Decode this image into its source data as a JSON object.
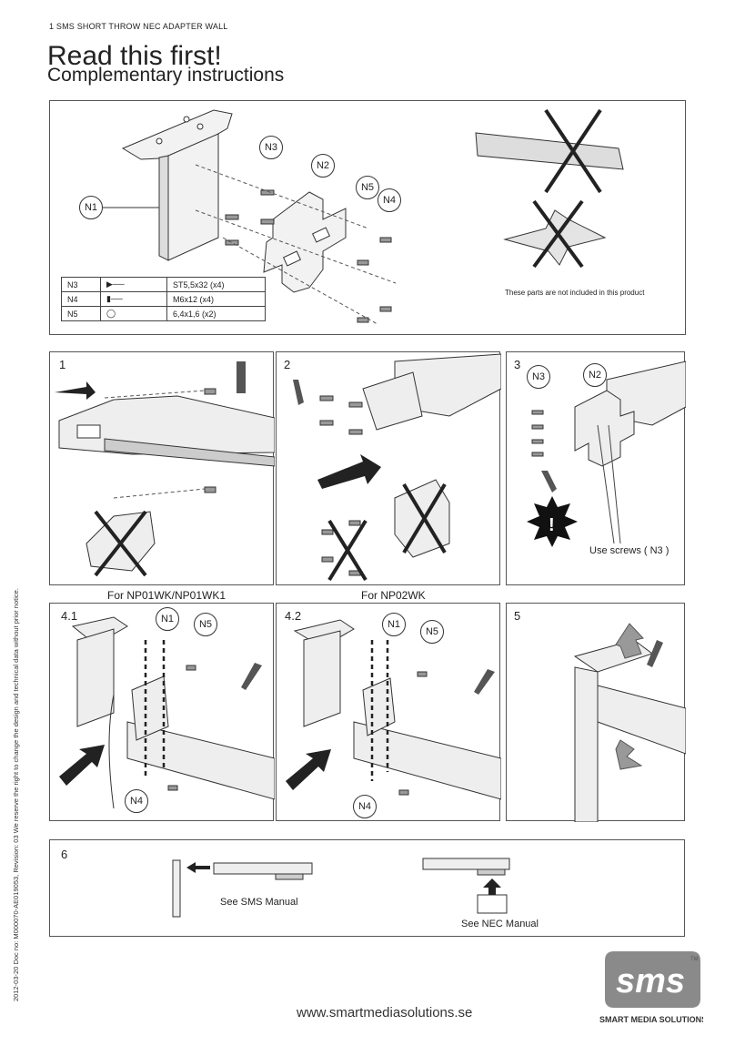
{
  "header": {
    "text": "1  SMS SHORT THROW NEC ADAPTER WALL"
  },
  "title": "Read this first!",
  "subtitle": "Complementary instructions",
  "top_panel": {
    "tags": {
      "n1": "N1",
      "n2": "N2",
      "n3": "N3",
      "n4": "N4",
      "n5": "N5"
    },
    "parts_table": [
      {
        "code": "N3",
        "spec": "ST5,5x32 (x4)"
      },
      {
        "code": "N4",
        "spec": "M6x12 (x4)"
      },
      {
        "code": "N5",
        "spec": "6,4x1,6 (x2)"
      }
    ],
    "not_included_note": "These parts are not included in this product"
  },
  "steps": {
    "s1": "1",
    "s2": "2",
    "s3": "3",
    "s41": "4.1",
    "s42": "4.2",
    "s5": "5",
    "s6": "6"
  },
  "step3": {
    "tag_n3": "N3",
    "tag_n2": "N2",
    "warning_text": "Use screws ( N3 )"
  },
  "captions": {
    "np01": "For NP01WK/NP01WK1",
    "np02": "For NP02WK"
  },
  "step41": {
    "n1": "N1",
    "n5": "N5",
    "n4": "N4"
  },
  "step42": {
    "n1": "N1",
    "n5": "N5",
    "n4": "N4"
  },
  "step6": {
    "sms_manual": "See SMS Manual",
    "nec_manual": "See NEC Manual"
  },
  "side_note": "2012-03-20    Doc no: M000070-AE019053, Revision: 03  We reserve the right to change the design and technical data without prior notice.",
  "footer": {
    "url": "www.smartmediasolutions.se"
  },
  "logo": {
    "word": "sms",
    "tm": "TM",
    "tagline": "SMART MEDIA SOLUTIONS"
  }
}
